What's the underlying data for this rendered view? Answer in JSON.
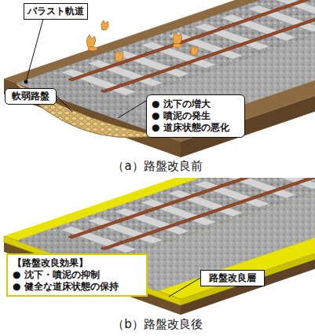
{
  "diagram": {
    "nodes": [
      {
        "text": [
          "バラスト軌道"
        ]
      },
      {
        "text": [
          "軟弱路盤"
        ]
      },
      {
        "text": [
          "● 沈下の増大",
          "● 噴泥の発生",
          "● 道床状態の悪化"
        ]
      },
      {
        "text": [
          "【路盤改良効果】",
          "● 沈下・噴泥の抑制",
          "● 健全な道床状態の保持"
        ]
      },
      {
        "text": [
          "路盤改良層"
        ]
      }
    ],
    "labels": [
      "（a）路盤改良前",
      "（b）路盤改良後"
    ]
  }
}
